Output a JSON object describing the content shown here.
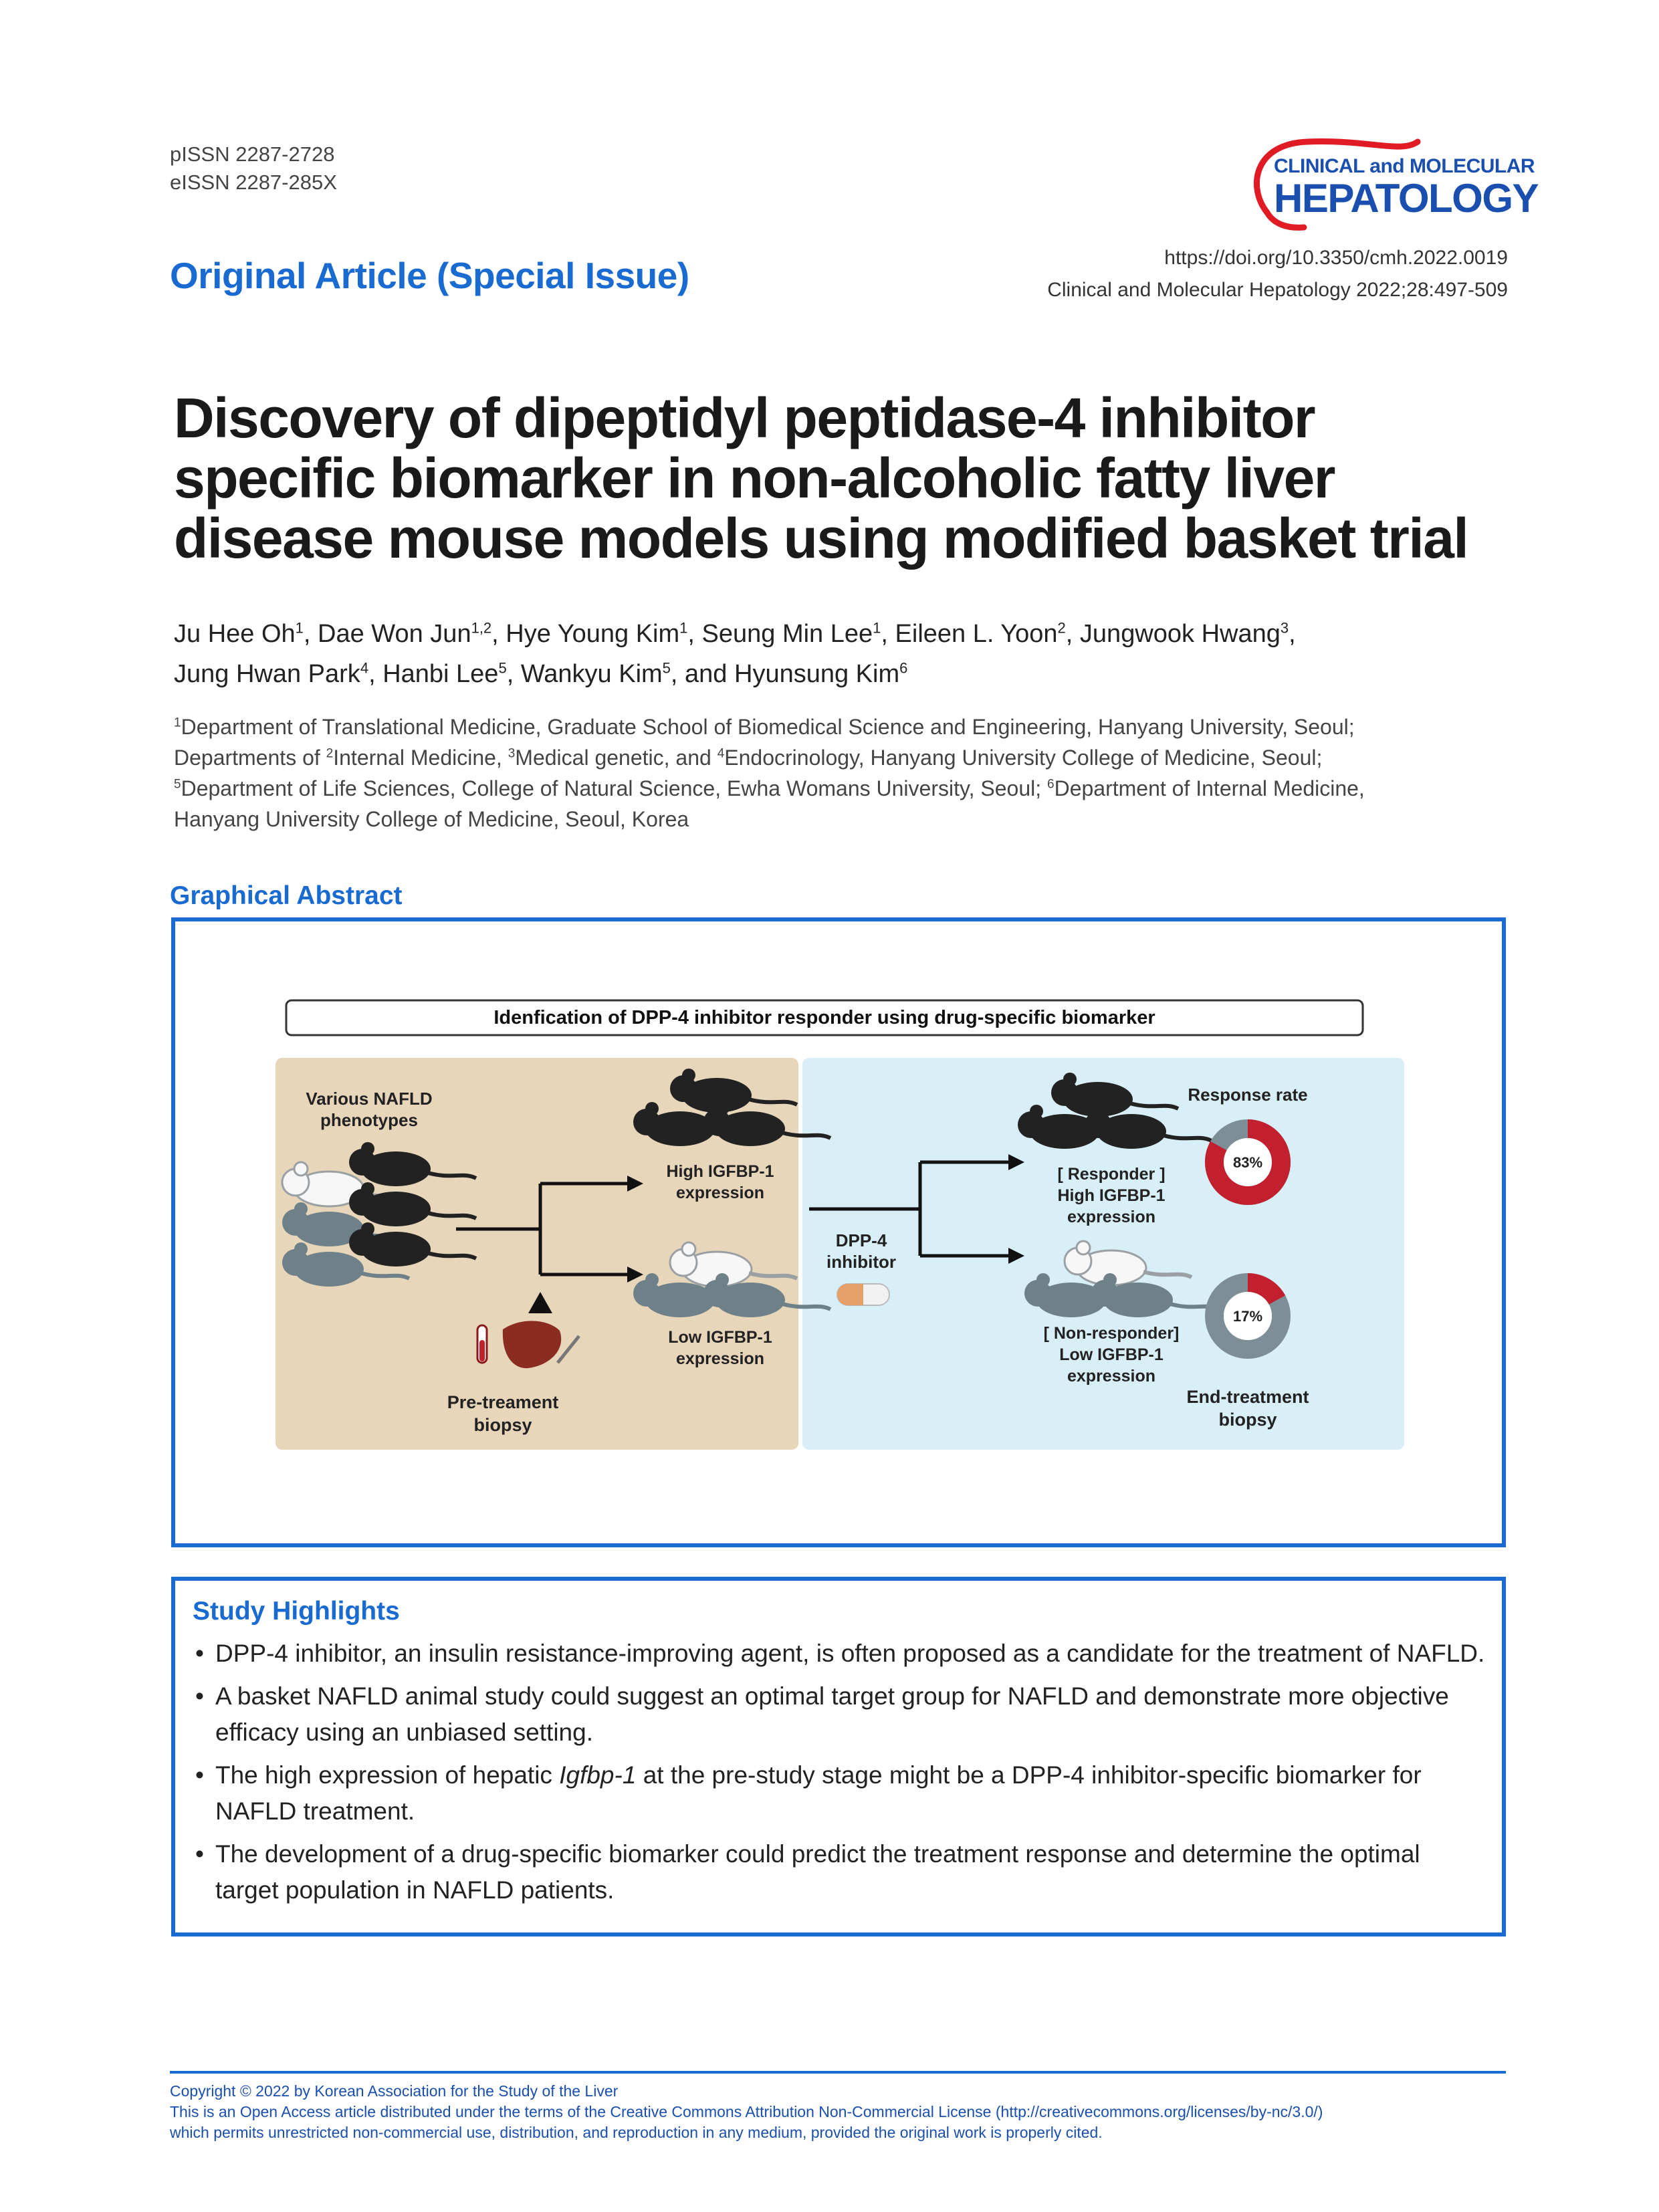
{
  "header": {
    "pissn": "pISSN 2287-2728",
    "eissn": "eISSN 2287-285X",
    "logo_line1": "CLINICAL and MOLECULAR",
    "logo_line2": "HEPATOLOGY",
    "doi": "https://doi.org/10.3350/cmh.2022.0019",
    "citation": "Clinical and Molecular Hepatology 2022;28:497-509",
    "article_type": "Original Article (Special Issue)"
  },
  "title": {
    "line1": "Discovery of dipeptidyl peptidase-4 inhibitor",
    "line2": "specific biomarker in non-alcoholic fatty liver",
    "line3": "disease mouse models using modified basket trial"
  },
  "authors": [
    {
      "name": "Ju Hee Oh",
      "aff": "1"
    },
    {
      "name": "Dae Won Jun",
      "aff": "1,2"
    },
    {
      "name": "Hye Young Kim",
      "aff": "1"
    },
    {
      "name": "Seung Min Lee",
      "aff": "1"
    },
    {
      "name": "Eileen L. Yoon",
      "aff": "2"
    },
    {
      "name": "Jungwook Hwang",
      "aff": "3"
    },
    {
      "name": "Jung Hwan Park",
      "aff": "4"
    },
    {
      "name": "Hanbi Lee",
      "aff": "5"
    },
    {
      "name": "Wankyu Kim",
      "aff": "5"
    },
    {
      "name": "Hyunsung Kim",
      "aff": "6"
    }
  ],
  "authors_text": {
    "sep": ", ",
    "sep_end_line1": ",",
    "and": ", and "
  },
  "affiliations": {
    "a1_mark": "1",
    "a1": "Department of Translational Medicine, Graduate School of Biomedical Science and Engineering, Hanyang University, Seoul;",
    "a2_pre": "Departments of ",
    "a2_mark": "2",
    "a2": "Internal Medicine, ",
    "a3_mark": "3",
    "a3": "Medical genetic, and ",
    "a4_mark": "4",
    "a4": "Endocrinology, Hanyang University College of Medicine, Seoul;",
    "a5_mark": "5",
    "a5": "Department of Life Sciences, College of Natural Science, Ewha Womans University, Seoul; ",
    "a6_mark": "6",
    "a6": "Department of Internal Medicine,",
    "a6_cont": "Hanyang University College of Medicine, Seoul, Korea"
  },
  "graphical_abstract": {
    "label": "Graphical Abstract",
    "banner": "Idenfication of DPP-4 inhibitor responder using drug-specific biomarker",
    "left_title_1": "Various NAFLD",
    "left_title_2": "phenotypes",
    "high_1": "High IGFBP-1",
    "high_2": "expression",
    "low_1": "Low IGFBP-1",
    "low_2": "expression",
    "pre_1": "Pre-treament",
    "pre_2": "biopsy",
    "dpp_1": "DPP-4",
    "dpp_2": "inhibitor",
    "responder_1": "[ Responder ]",
    "responder_2": "High IGFBP-1",
    "responder_3": "expression",
    "nonresp_1": "[ Non-responder]",
    "nonresp_2": "Low IGFBP-1",
    "nonresp_3": "expression",
    "response_rate": "Response rate",
    "end_1": "End-treatment",
    "end_2": "biopsy",
    "donut_high_label": "83%",
    "donut_high_value": 83,
    "donut_low_label": "17%",
    "donut_low_value": 17,
    "colors": {
      "left_panel": "#e8d6bb",
      "right_panel": "#d9eff8",
      "donut_fill": "#c21f2f",
      "donut_rest": "#7d8e96",
      "mouse_dark": "#222222",
      "mouse_grey": "#6f8188",
      "mouse_white": "#f7f7f7"
    }
  },
  "study_highlights": {
    "title": "Study Highlights",
    "h1": "DPP-4 inhibitor, an insulin resistance-improving agent, is often proposed as a candidate for the treatment of NAFLD.",
    "h2": "A basket NAFLD animal study could suggest an optimal target group for NAFLD and demonstrate more objective efficacy using an unbiased setting.",
    "h3_pre": "The high expression of hepatic ",
    "h3_gene": "Igfbp-1",
    "h3_post": " at the pre-study stage might be a DPP-4 inhibitor-specific biomarker for NAFLD treatment.",
    "h4": "The development of a drug-specific biomarker could predict the treatment response and determine the optimal target population in NAFLD patients."
  },
  "footer": {
    "copyright": "Copyright © 2022 by Korean Association for the Study of the Liver",
    "license_1": "This is an Open Access article distributed under the terms of the Creative Commons Attribution Non-Commercial License (http://creativecommons.org/licenses/by-nc/3.0/)",
    "license_2": "which permits unrestricted non-commercial use, distribution, and reproduction in any medium, provided the original work is properly cited."
  }
}
